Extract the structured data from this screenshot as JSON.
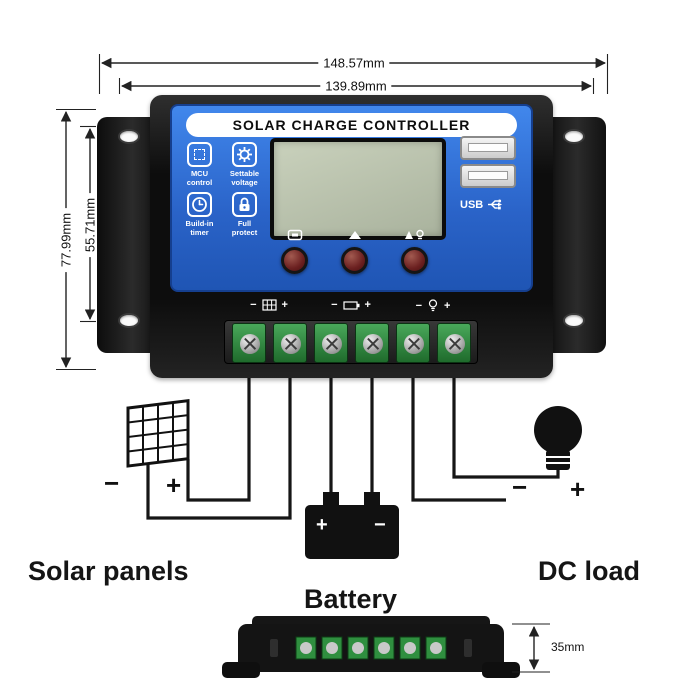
{
  "dimensions": {
    "top_outer": "148.57mm",
    "top_inner": "139.89mm",
    "left_outer": "77.99mm",
    "left_inner": "55.71mm",
    "side_height": "35mm"
  },
  "controller": {
    "title": "SOLAR CHARGE CONTROLLER",
    "features": [
      {
        "line1": "MCU",
        "line2": "control"
      },
      {
        "line1": "Settable",
        "line2": "voltage"
      },
      {
        "line1": "Build-in",
        "line2": "timer"
      },
      {
        "line1": "Full",
        "line2": "protect"
      }
    ],
    "usb_label": "USB"
  },
  "terminal_labels": [
    {
      "minus": "−",
      "plus": "+"
    },
    {
      "minus": "−",
      "plus": "+"
    },
    {
      "minus": "−",
      "plus": "+"
    }
  ],
  "wiring": {
    "solar_label": "Solar panels",
    "battery_label": "Battery",
    "load_label": "DC load",
    "solar_minus": "−",
    "solar_plus": "+",
    "load_minus": "−",
    "load_plus": "+",
    "battery_plus": "+",
    "battery_minus": "−"
  }
}
